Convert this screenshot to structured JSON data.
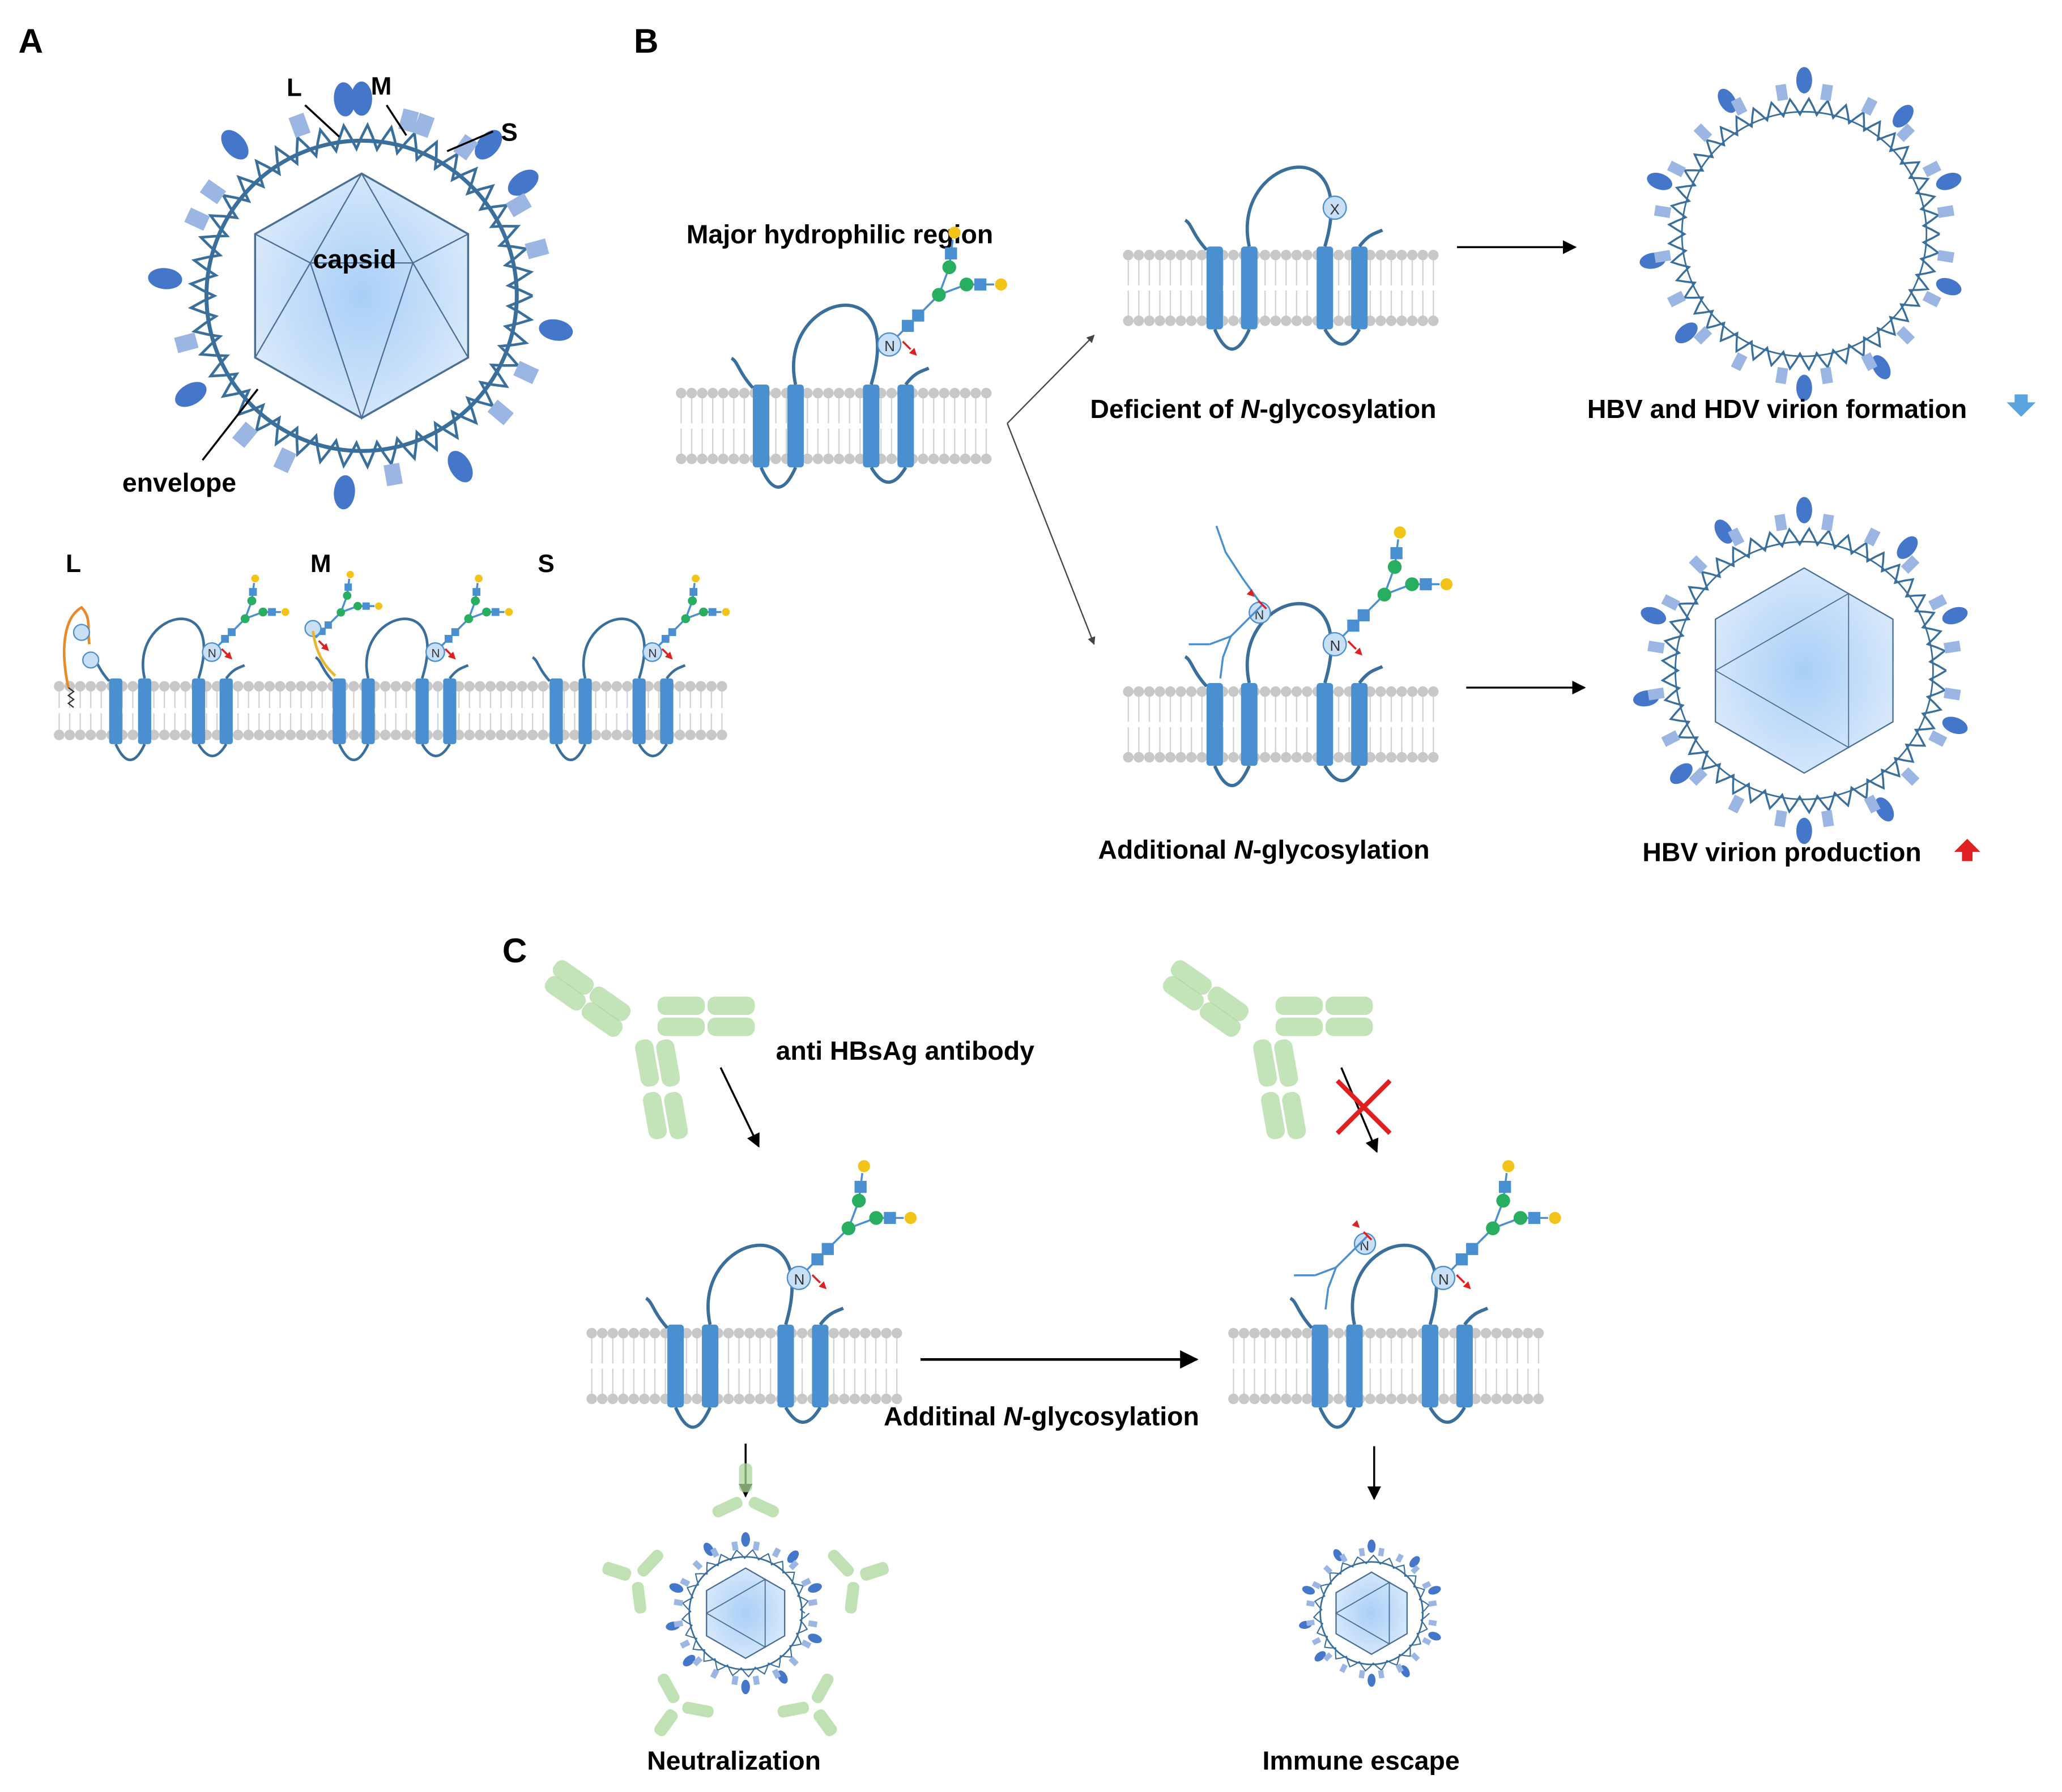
{
  "panels": {
    "a": "A",
    "b": "B",
    "c": "C"
  },
  "panel_a": {
    "protein_labels": {
      "l": "L",
      "m": "M",
      "s": "S"
    },
    "capsid_label": "capsid",
    "envelope_label": "envelope",
    "membrane_labels": {
      "l": "L",
      "m": "M",
      "s": "S"
    }
  },
  "panel_b": {
    "region_label": "Major hydrophilic region",
    "deficient_prefix": "Deficient of ",
    "n_italic": "N",
    "glyc_suffix": "-glycosylation",
    "additional_prefix": "Additional ",
    "outcome_top": "HBV and HDV virion formation",
    "outcome_bottom": "HBV virion production"
  },
  "panel_c": {
    "antibody_label": "anti HBsAg antibody",
    "additinal_prefix": "Additinal ",
    "n_italic": "N",
    "glyc_suffix": "-glycosylation",
    "neutralization": "Neutralization",
    "immune_escape": "Immune escape"
  },
  "colors": {
    "protein": "#4a8fd0",
    "protein_dark": "#3a6f9c",
    "membrane": "#c8c8c8",
    "glycan_blue": "#4a8fd0",
    "glycan_green": "#27ae60",
    "glycan_yellow": "#f2c318",
    "red": "#e02020",
    "antibody": "#a9d79a",
    "capsid": "#8ab8ee"
  }
}
